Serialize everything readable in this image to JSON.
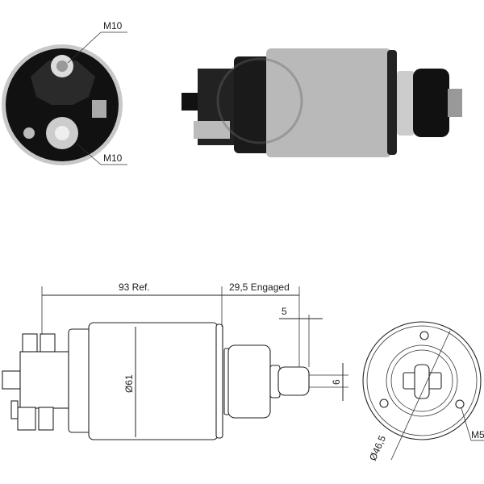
{
  "photo_labels": {
    "top_terminal": "M10",
    "bottom_terminal": "M10"
  },
  "dimensions": {
    "length": "93 Ref.",
    "engaged": "29,5 Engaged",
    "plunger_offset": "5",
    "plunger_width": "6",
    "body_diameter": "Ø61",
    "bolt_circle": "Ø46,5",
    "mount_thread": "M5"
  },
  "colors": {
    "housing": "#b9b9b9",
    "cap": "#111111",
    "line": "#222222"
  }
}
